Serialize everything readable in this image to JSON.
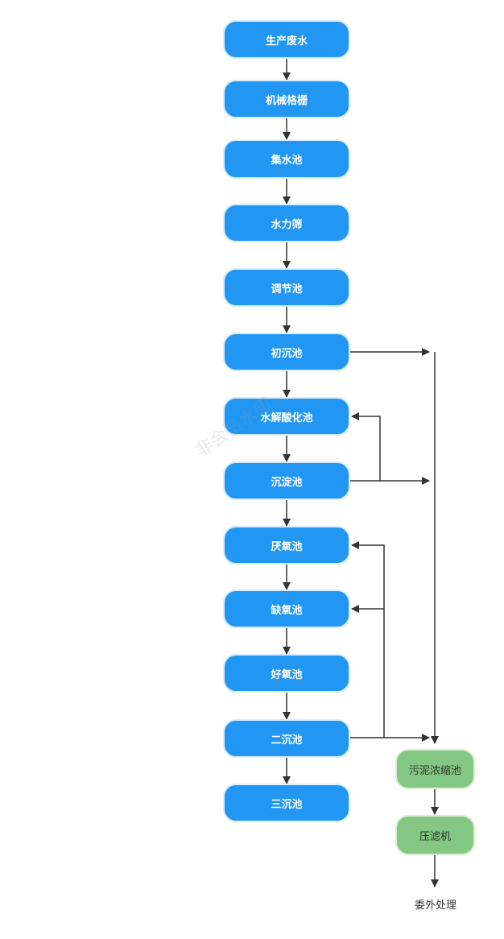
{
  "colors": {
    "main_fill": "#2196f3",
    "sludge_fill": "#82c882",
    "arrow": "#333333"
  },
  "main_steps": [
    "生产废水",
    "机械格栅",
    "集水池",
    "水力筛",
    "调节池",
    "初沉池",
    "水解酸化池",
    "沉淀池",
    "厌氧池",
    "缺氧池",
    "好氧池",
    "二沉池",
    "三沉池"
  ],
  "sludge_steps": [
    "污泥浓缩池",
    "压滤机"
  ],
  "final_label": "委外处理",
  "watermark": "非会员水印"
}
